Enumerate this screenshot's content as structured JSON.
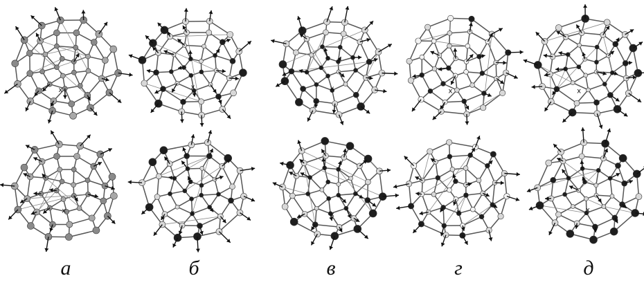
{
  "panels": [
    {
      "label": "а",
      "style": "gray"
    },
    {
      "label": "б",
      "style": "mixed"
    },
    {
      "label": "в",
      "style": "mixed"
    },
    {
      "label": "г",
      "style": "mixed-light"
    },
    {
      "label": "д",
      "style": "mixed"
    }
  ],
  "center_mark": "x",
  "colors": {
    "bond": "#555555",
    "arrow": "#111111",
    "atom_dark": "#1e1e1e",
    "atom_light": "#d8d8d8",
    "atom_gray": "#8a8a8a"
  }
}
